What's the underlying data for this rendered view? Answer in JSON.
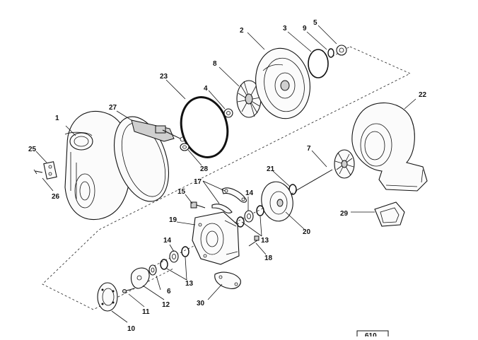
{
  "diagram": {
    "callouts": [
      {
        "id": "c1",
        "text": "1"
      },
      {
        "id": "c2",
        "text": "2"
      },
      {
        "id": "c3",
        "text": "3"
      },
      {
        "id": "c4",
        "text": "4"
      },
      {
        "id": "c5",
        "text": "5"
      },
      {
        "id": "c6",
        "text": "6"
      },
      {
        "id": "c7",
        "text": "7"
      },
      {
        "id": "c8",
        "text": "8"
      },
      {
        "id": "c9",
        "text": "9"
      },
      {
        "id": "c10",
        "text": "10"
      },
      {
        "id": "c11",
        "text": "11"
      },
      {
        "id": "c12",
        "text": "12"
      },
      {
        "id": "c13a",
        "text": "13"
      },
      {
        "id": "c13b",
        "text": "13"
      },
      {
        "id": "c14a",
        "text": "14"
      },
      {
        "id": "c14b",
        "text": "14"
      },
      {
        "id": "c15",
        "text": "15"
      },
      {
        "id": "c17",
        "text": "17"
      },
      {
        "id": "c18",
        "text": "18"
      },
      {
        "id": "c19",
        "text": "19"
      },
      {
        "id": "c20",
        "text": "20"
      },
      {
        "id": "c21",
        "text": "21"
      },
      {
        "id": "c22",
        "text": "22"
      },
      {
        "id": "c23",
        "text": "23"
      },
      {
        "id": "c25",
        "text": "25"
      },
      {
        "id": "c26",
        "text": "26"
      },
      {
        "id": "c27",
        "text": "27"
      },
      {
        "id": "c28",
        "text": "28"
      },
      {
        "id": "c29",
        "text": "29"
      },
      {
        "id": "c30",
        "text": "30"
      }
    ],
    "corner_code": "610"
  }
}
